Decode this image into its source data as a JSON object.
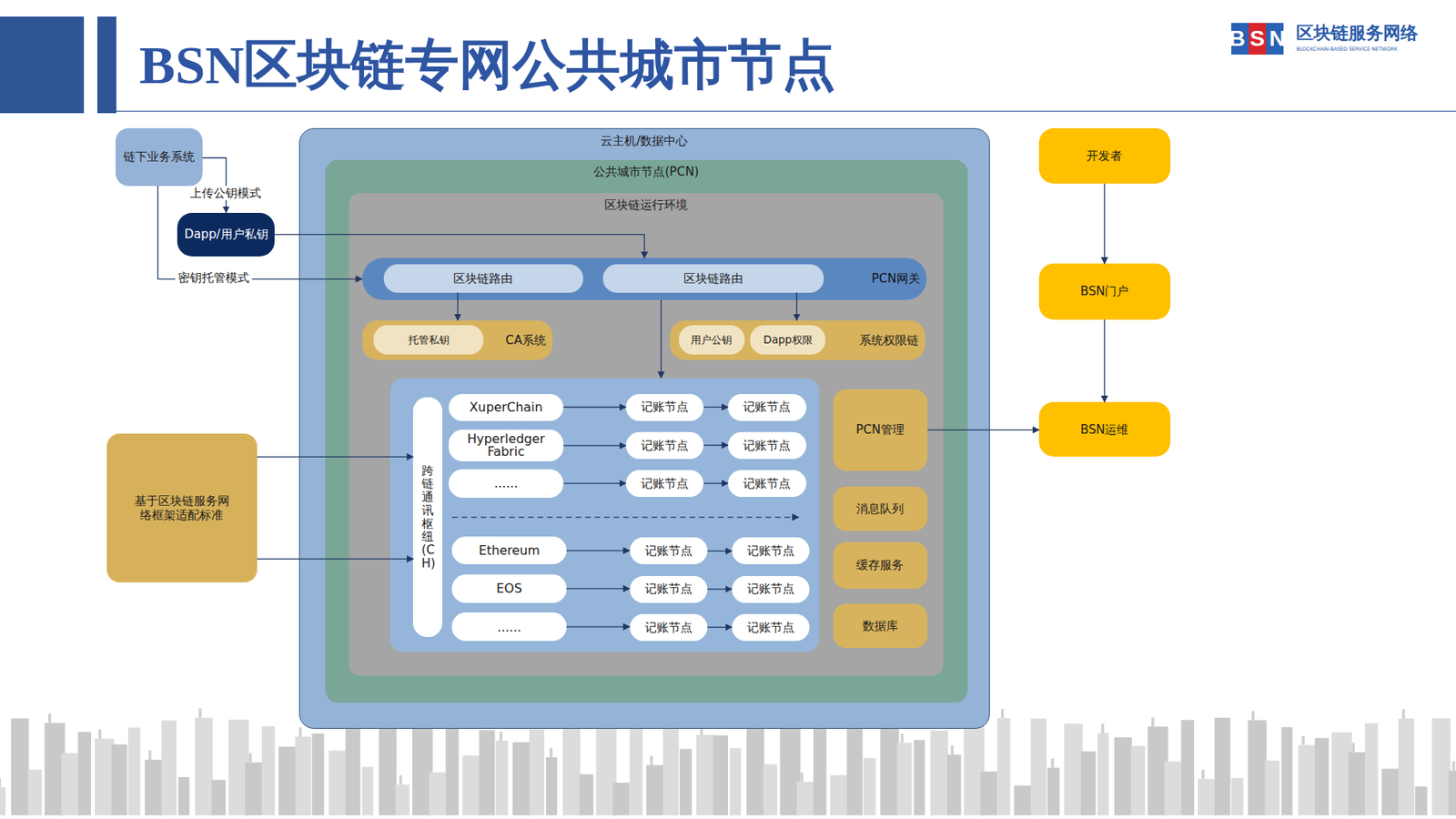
{
  "diagram": {
    "title": "BSN区块链专网公共城市节点",
    "nodes": [
      {
        "text": [
          "链下业务系统"
        ]
      },
      {
        "text": [
          "Dapp/用户私钥"
        ]
      },
      {
        "text": [
          "云主机/数据中心"
        ]
      },
      {
        "text": [
          "公共城市节点(PCN)"
        ],
        "in": 2
      },
      {
        "text": [
          "区块链运行环境"
        ],
        "in": 3
      },
      {
        "text": [
          "PCN网关"
        ],
        "in": 4
      },
      {
        "text": [
          "区块链路由"
        ],
        "in": 5
      },
      {
        "text": [
          "区块链路由"
        ],
        "in": 5
      },
      {
        "text": [
          "CA系统"
        ],
        "in": 4
      },
      {
        "text": [
          "托管私钥"
        ],
        "in": 8
      },
      {
        "text": [
          "系统权限链"
        ],
        "in": 4
      },
      {
        "text": [
          "用户公钥"
        ],
        "in": 10
      },
      {
        "text": [
          "Dapp权限"
        ],
        "in": 10
      },
      {
        "text": [
          "跨链通讯枢纽(CH)"
        ],
        "in": 4
      },
      {
        "text": [
          "XuperChain"
        ],
        "in": 4
      },
      {
        "text": [
          "记账节点"
        ],
        "in": 4
      },
      {
        "text": [
          "记账节点"
        ],
        "in": 4
      },
      {
        "text": [
          "Hyperledger Fabric"
        ],
        "in": 4
      },
      {
        "text": [
          "记账节点"
        ],
        "in": 4
      },
      {
        "text": [
          "记账节点"
        ],
        "in": 4
      },
      {
        "text": [
          "......"
        ],
        "in": 4
      },
      {
        "text": [
          "记账节点"
        ],
        "in": 4
      },
      {
        "text": [
          "记账节点"
        ],
        "in": 4
      },
      {
        "text": [
          "Ethereum"
        ],
        "in": 4
      },
      {
        "text": [
          "记账节点"
        ],
        "in": 4
      },
      {
        "text": [
          "记账节点"
        ],
        "in": 4
      },
      {
        "text": [
          "EOS"
        ],
        "in": 4
      },
      {
        "text": [
          "记账节点"
        ],
        "in": 4
      },
      {
        "text": [
          "记账节点"
        ],
        "in": 4
      },
      {
        "text": [
          "......"
        ],
        "in": 4
      },
      {
        "text": [
          "记账节点"
        ],
        "in": 4
      },
      {
        "text": [
          "记账节点"
        ],
        "in": 4
      },
      {
        "text": [
          "PCN管理"
        ],
        "in": 4
      },
      {
        "text": [
          "消息队列"
        ],
        "in": 4
      },
      {
        "text": [
          "缓存服务"
        ],
        "in": 4
      },
      {
        "text": [
          "数据库"
        ],
        "in": 4
      },
      {
        "text": [
          "基于区块链服务网络框架适配标准"
        ]
      },
      {
        "text": [
          "开发者"
        ]
      },
      {
        "text": [
          "BSN门户"
        ]
      },
      {
        "text": [
          "BSN运维"
        ]
      }
    ],
    "edges": [
      {
        "from": 0,
        "to": 1,
        "label": "上传公钥模式",
        "arrow": "to"
      },
      {
        "from": 0,
        "to": 5,
        "label": "密钥托管模式",
        "arrow": "to"
      },
      {
        "from": 1,
        "to": 5,
        "arrow": "to"
      },
      {
        "from": 6,
        "to": 8,
        "arrow": "to"
      },
      {
        "from": 7,
        "to": 10,
        "arrow": "to"
      },
      {
        "from": 14,
        "to": 15,
        "arrow": "to"
      },
      {
        "from": 15,
        "to": 16,
        "arrow": "to"
      },
      {
        "from": 17,
        "to": 18,
        "arrow": "to"
      },
      {
        "from": 18,
        "to": 19,
        "arrow": "to"
      },
      {
        "from": 20,
        "to": 21,
        "arrow": "to"
      },
      {
        "from": 21,
        "to": 22,
        "arrow": "to"
      },
      {
        "from": 23,
        "to": 24,
        "arrow": "to"
      },
      {
        "from": 24,
        "to": 25,
        "arrow": "to"
      },
      {
        "from": 26,
        "to": 27,
        "arrow": "to"
      },
      {
        "from": 27,
        "to": 28,
        "arrow": "to"
      },
      {
        "from": 29,
        "to": 30,
        "arrow": "to"
      },
      {
        "from": 30,
        "to": 31,
        "arrow": "to"
      },
      {
        "from": 36,
        "to": 13,
        "arrow": "to"
      },
      {
        "from": 36,
        "to": 13,
        "arrow": "to"
      },
      {
        "from": 32,
        "to": 39,
        "arrow": "to"
      },
      {
        "from": 37,
        "to": 38,
        "arrow": "to"
      },
      {
        "from": 38,
        "to": 39,
        "arrow": "to"
      }
    ],
    "labels": [
      "BSN",
      "区块链服务网络",
      "BLOCKCHAIN-BASED SERVICE NETWORK"
    ]
  }
}
